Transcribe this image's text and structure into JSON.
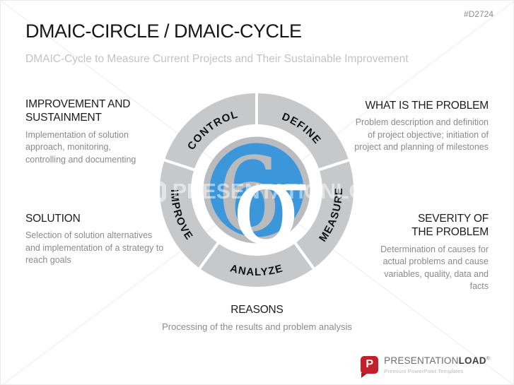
{
  "slide": {
    "id_tag": "#D2724",
    "title": "DMAIC-CIRCLE / DMAIC-CYCLE",
    "subtitle": "DMAIC-Cycle to Measure Current Projects and Their Sustainable Improvement"
  },
  "diagram": {
    "segments": [
      {
        "label": "CONTROL"
      },
      {
        "label": "DEFINE"
      },
      {
        "label": "MEASURE"
      },
      {
        "label": "ANALYZE"
      },
      {
        "label": "IMPROVE"
      }
    ],
    "center_symbol": {
      "six": "6",
      "sigma": "σ"
    },
    "colors": {
      "outer_ring": "#c7c8ca",
      "inner_ring": "#babcbf",
      "blue": "#3b97da",
      "six_gray": "#b9babc",
      "sigma_white": "#ffffff"
    }
  },
  "blocks": [
    {
      "heading": "IMPROVEMENT AND SUSTAINMENT",
      "body": "Implementation of solution approach, monitoring, controlling and documenting"
    },
    {
      "heading": "WHAT IS THE PROBLEM",
      "body": "Problem description and definition of project objective; initiation of project and planning of milestones"
    },
    {
      "heading": "SOLUTION",
      "body": "Selection of solution alternatives and implementation of a strategy to reach goals"
    },
    {
      "heading": "SEVERITY OF THE PROBLEM",
      "body": "Determination of causes for actual problems and cause variables, quality, data and facts"
    },
    {
      "heading": "REASONS",
      "body": "Processing of the results and problem analysis"
    }
  ],
  "watermark": {
    "text": "PRESENTATIONLOAD"
  },
  "logo": {
    "icon_letter": "P",
    "brand_first": "PRESENTATION",
    "brand_second": "LOAD",
    "registered": "®",
    "tagline": "Premium PowerPoint Templates",
    "red": "#c2202b"
  }
}
